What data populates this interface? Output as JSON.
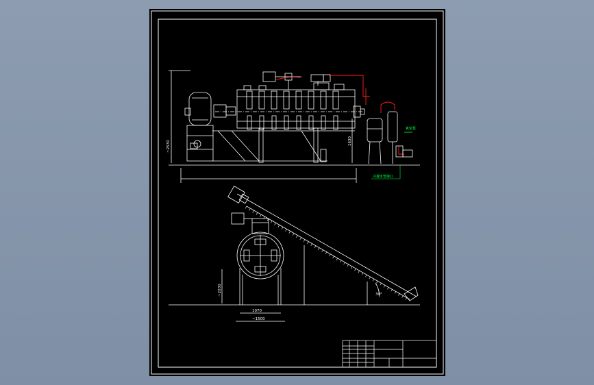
{
  "drawing": {
    "dimensions": {
      "overall_height": "~2530",
      "shaft_height": "1630",
      "overall_length": "",
      "end_view_height": "~2030",
      "inner_width": "1070",
      "base_width": "~1500",
      "incline_angle": "30°"
    },
    "labels": {
      "vacuum_pump": "真空泵",
      "condenser_outlet": "冷凝水管接口"
    },
    "title_block": {
      "title": "",
      "drawing_name": "",
      "scale": ""
    },
    "colors": {
      "line": "#ffffff",
      "dimension": "#ffffff",
      "pipe": "#ff2020",
      "annotation": "#00ff40",
      "background": "#000000"
    }
  }
}
